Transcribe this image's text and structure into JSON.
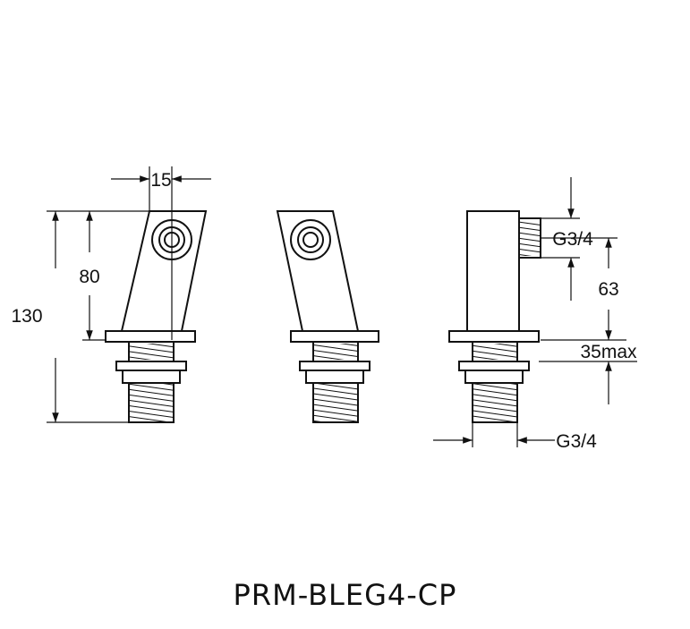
{
  "drawing": {
    "model": "PRM-BLEG4-CP",
    "dimensions": {
      "top_width": "15",
      "total_height": "130",
      "body_height": "80",
      "outlet_thread": "G3/4",
      "outlet_height": "63",
      "max_deck_thickness": "35max",
      "inlet_thread": "G3/4"
    }
  }
}
